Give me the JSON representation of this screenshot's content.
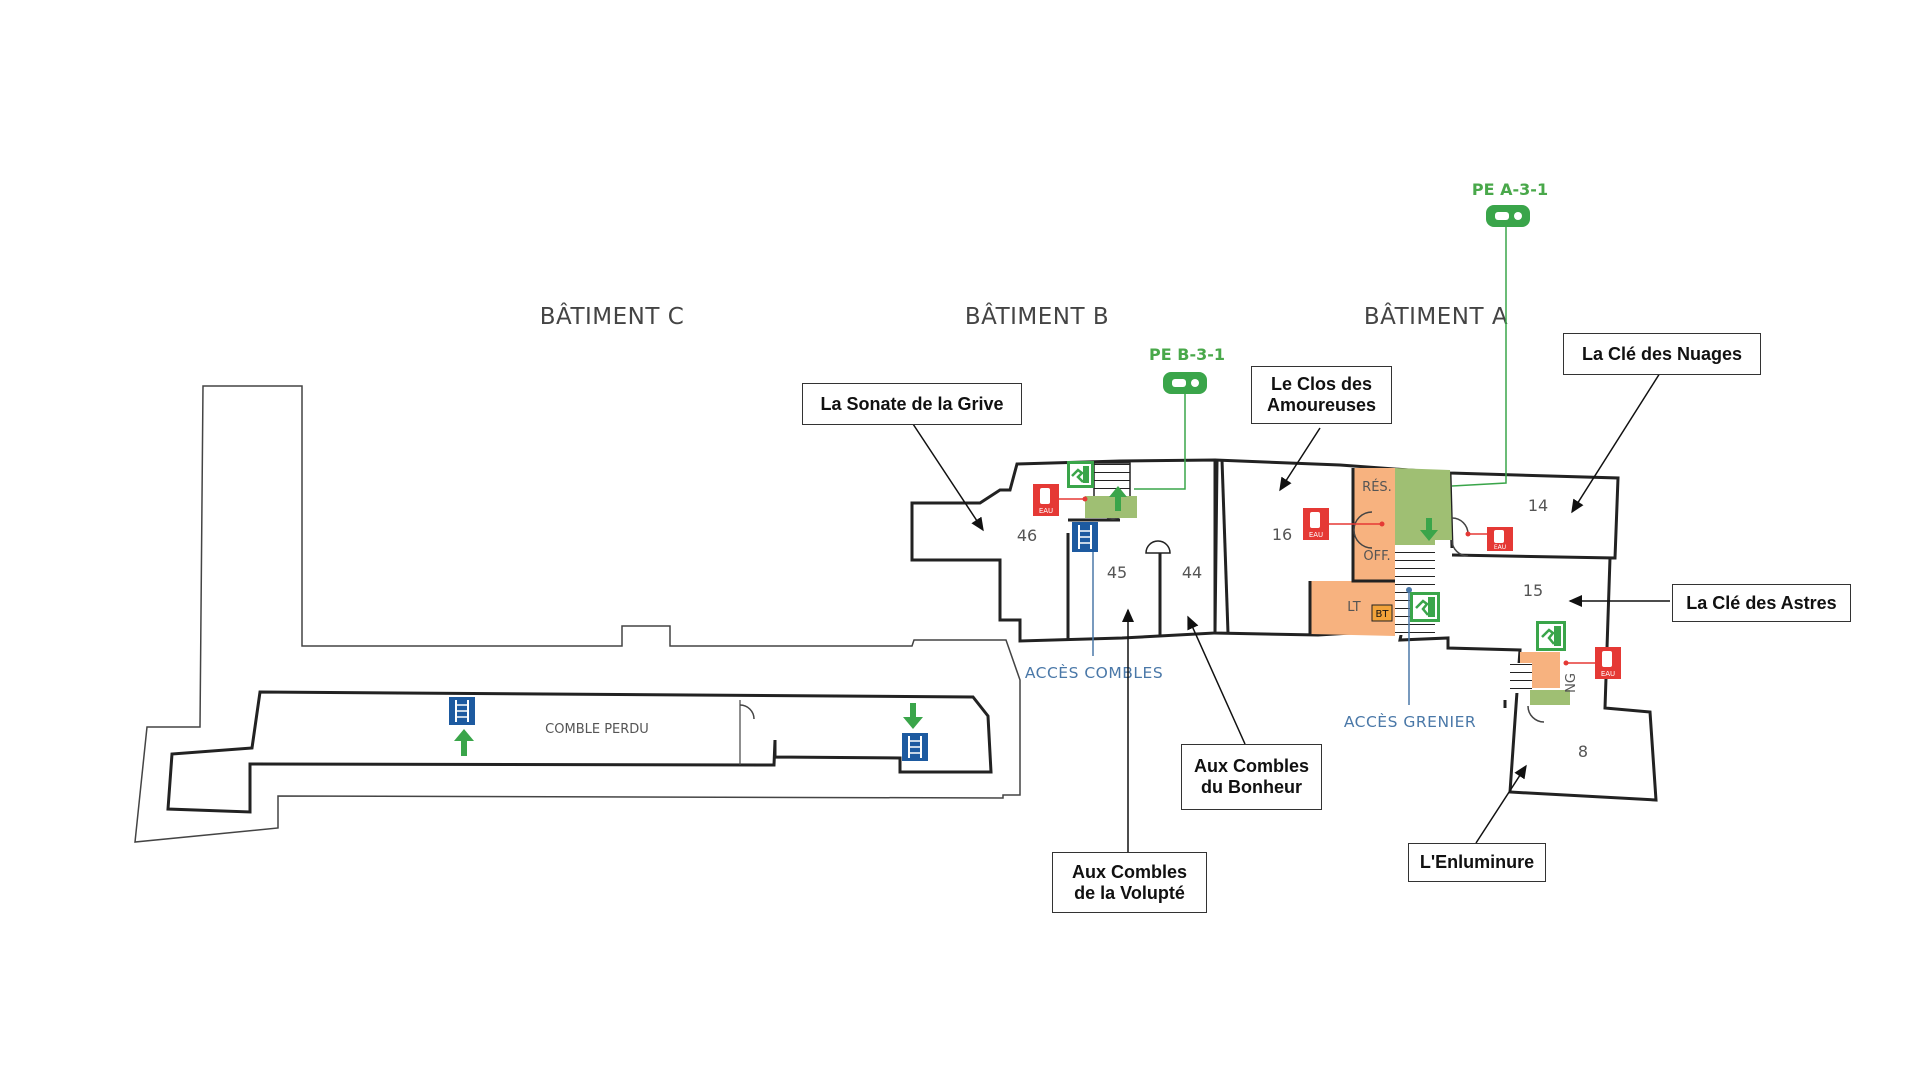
{
  "buildings": {
    "c": "BÂTIMENT C",
    "b": "BÂTIMENT B",
    "a": "BÂTIMENT A"
  },
  "rooms": {
    "r46": "46",
    "r45": "45",
    "r44": "44",
    "r16": "16",
    "r14": "14",
    "r15": "15",
    "r8": "8",
    "res": "RÉS.",
    "off": "OFF.",
    "lt": "LT",
    "bt": "BT",
    "ng": "NG",
    "comble_perdu": "COMBLE PERDU"
  },
  "access": {
    "combles": "ACCÈS COMBLES",
    "grenier": "ACCÈS GRENIER"
  },
  "points_eau": {
    "b": "PE B-3-1",
    "a": "PE A-3-1"
  },
  "extinguisher_text": "EAU",
  "labels": {
    "sonate": "La Sonate de la Grive",
    "clos_l1": "Le Clos des",
    "clos_l2": "Amoureuses",
    "nuages": "La Clé des Nuages",
    "astres": "La Clé des Astres",
    "bonheur_l1": "Aux Combles",
    "bonheur_l2": "du Bonheur",
    "volupte_l1": "Aux Combles",
    "volupte_l2": "de la Volupté",
    "enluminure": "L'Enluminure"
  },
  "colors": {
    "wall": "#222222",
    "stair_green": "#9fbf73",
    "orange": "#f7b27f",
    "exit_green": "#3aa54a",
    "ladder_blue": "#1d5aa0",
    "extinguisher_red": "#e53935",
    "access_blue": "#4a78a8"
  }
}
